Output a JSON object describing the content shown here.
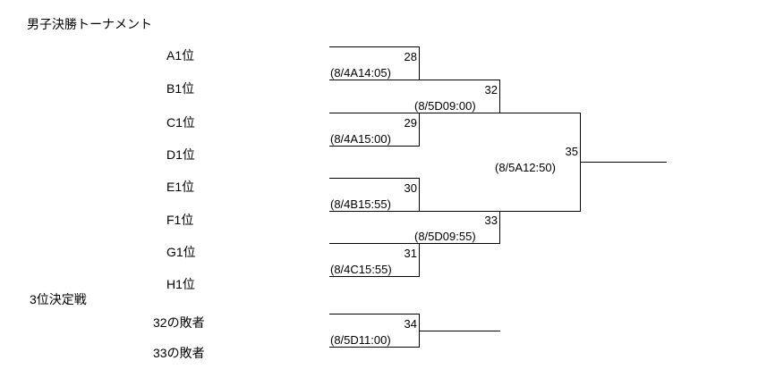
{
  "title": "男子決勝トーナメント",
  "third_place_label": "3位決定戦",
  "seeds": [
    {
      "label": "A1位"
    },
    {
      "label": "B1位"
    },
    {
      "label": "C1位"
    },
    {
      "label": "D1位"
    },
    {
      "label": "E1位"
    },
    {
      "label": "F1位"
    },
    {
      "label": "G1位"
    },
    {
      "label": "H1位"
    }
  ],
  "third_place_entrants": [
    {
      "label": "32の敗者"
    },
    {
      "label": "33の敗者"
    }
  ],
  "matches": {
    "m28": {
      "number": "28",
      "time": "(8/4A14:05)"
    },
    "m29": {
      "number": "29",
      "time": "(8/4A15:00)"
    },
    "m30": {
      "number": "30",
      "time": "(8/4B15:55)"
    },
    "m31": {
      "number": "31",
      "time": "(8/4C15:55)"
    },
    "m32": {
      "number": "32",
      "time": "(8/5D09:00)"
    },
    "m33": {
      "number": "33",
      "time": "(8/5D09:55)"
    },
    "m34": {
      "number": "34",
      "time": "(8/5D11:00)"
    },
    "m35": {
      "number": "35",
      "time": "(8/5A12:50)"
    }
  },
  "colors": {
    "line": "#000000",
    "text": "#000000",
    "background": "#ffffff"
  }
}
